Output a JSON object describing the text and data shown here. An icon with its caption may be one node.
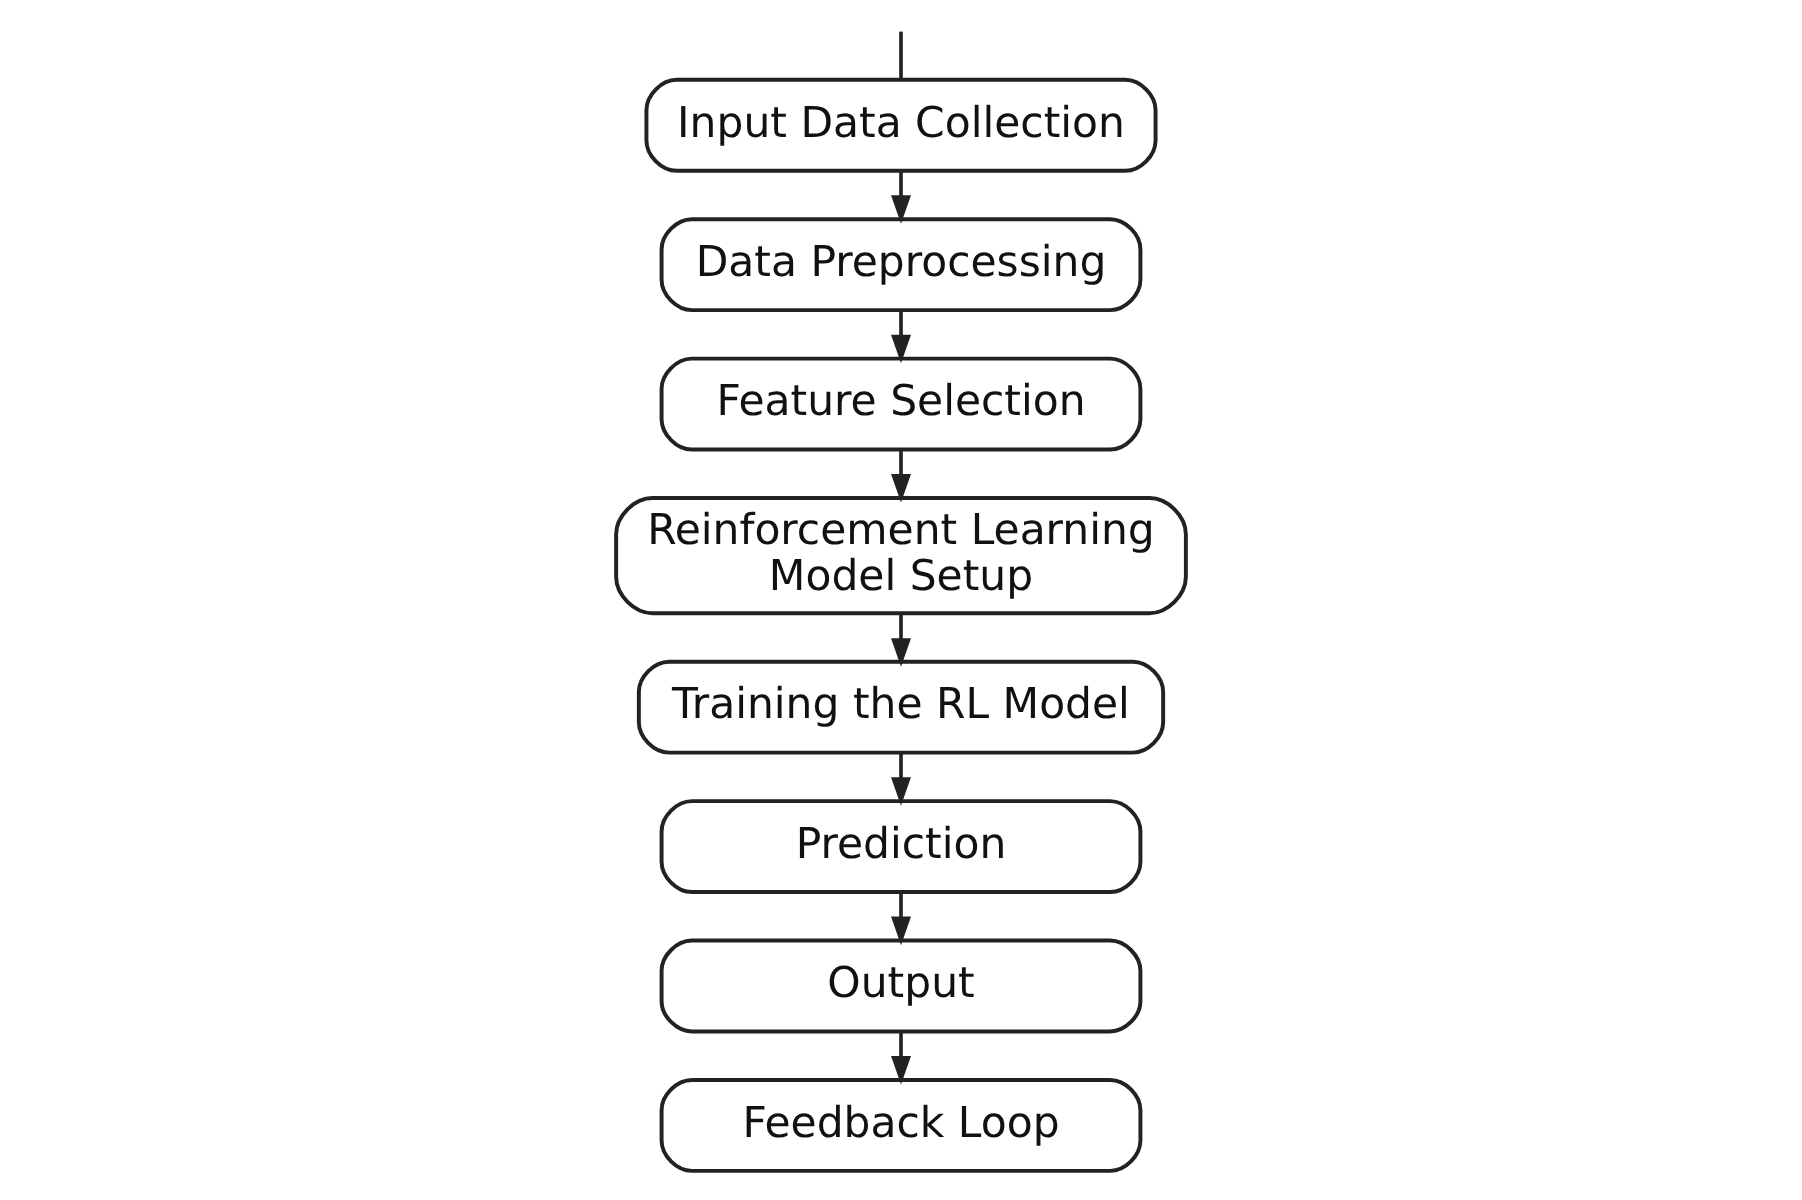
{
  "diagram": {
    "nodes": [
      {
        "text": [
          "Input Data Collection"
        ]
      },
      {
        "text": [
          "Data Preprocessing"
        ]
      },
      {
        "text": [
          "Feature Selection"
        ]
      },
      {
        "text": [
          "Reinforcement Learning Model Setup"
        ]
      },
      {
        "text": [
          "Training the RL Model"
        ]
      },
      {
        "text": [
          "Prediction"
        ]
      },
      {
        "text": [
          "Output"
        ]
      },
      {
        "text": [
          "Feedback Loop"
        ]
      }
    ],
    "edges": [
      {
        "from": null,
        "to": 0,
        "arrow": "none"
      },
      {
        "from": 0,
        "to": 1,
        "arrow": "to"
      },
      {
        "from": 1,
        "to": 2,
        "arrow": "to"
      },
      {
        "from": 2,
        "to": 3,
        "arrow": "to"
      },
      {
        "from": 3,
        "to": 4,
        "arrow": "to"
      },
      {
        "from": 4,
        "to": 5,
        "arrow": "to"
      },
      {
        "from": 5,
        "to": 6,
        "arrow": "to"
      },
      {
        "from": 6,
        "to": 7,
        "arrow": "to"
      }
    ]
  }
}
